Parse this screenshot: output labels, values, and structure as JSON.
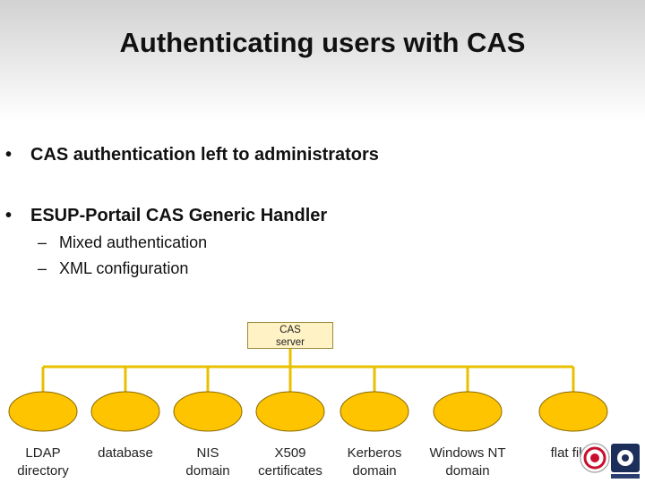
{
  "slide": {
    "title": "Authenticating users with CAS",
    "bullets": [
      {
        "symbol": "•",
        "text": "CAS authentication left to administrators"
      },
      {
        "symbol": "•",
        "text": "ESUP-Portail CAS Generic Handler"
      }
    ],
    "sub_bullets": [
      {
        "symbol": "–",
        "text": "Mixed authentication"
      },
      {
        "symbol": "–",
        "text": "XML configuration"
      }
    ]
  },
  "diagram": {
    "root": {
      "line1": "CAS",
      "line2": "server"
    },
    "connector_color": "#e8c000",
    "node_color": "#ffc400",
    "leaves": [
      {
        "line1": "LDAP",
        "line2": "directory"
      },
      {
        "line1": "database",
        "line2": ""
      },
      {
        "line1": "NIS",
        "line2": "domain"
      },
      {
        "line1": "X509",
        "line2": "certificates"
      },
      {
        "line1": "Kerberos",
        "line2": "domain"
      },
      {
        "line1": "Windows NT",
        "line2": "domain"
      },
      {
        "line1": "flat files",
        "line2": ""
      }
    ]
  }
}
